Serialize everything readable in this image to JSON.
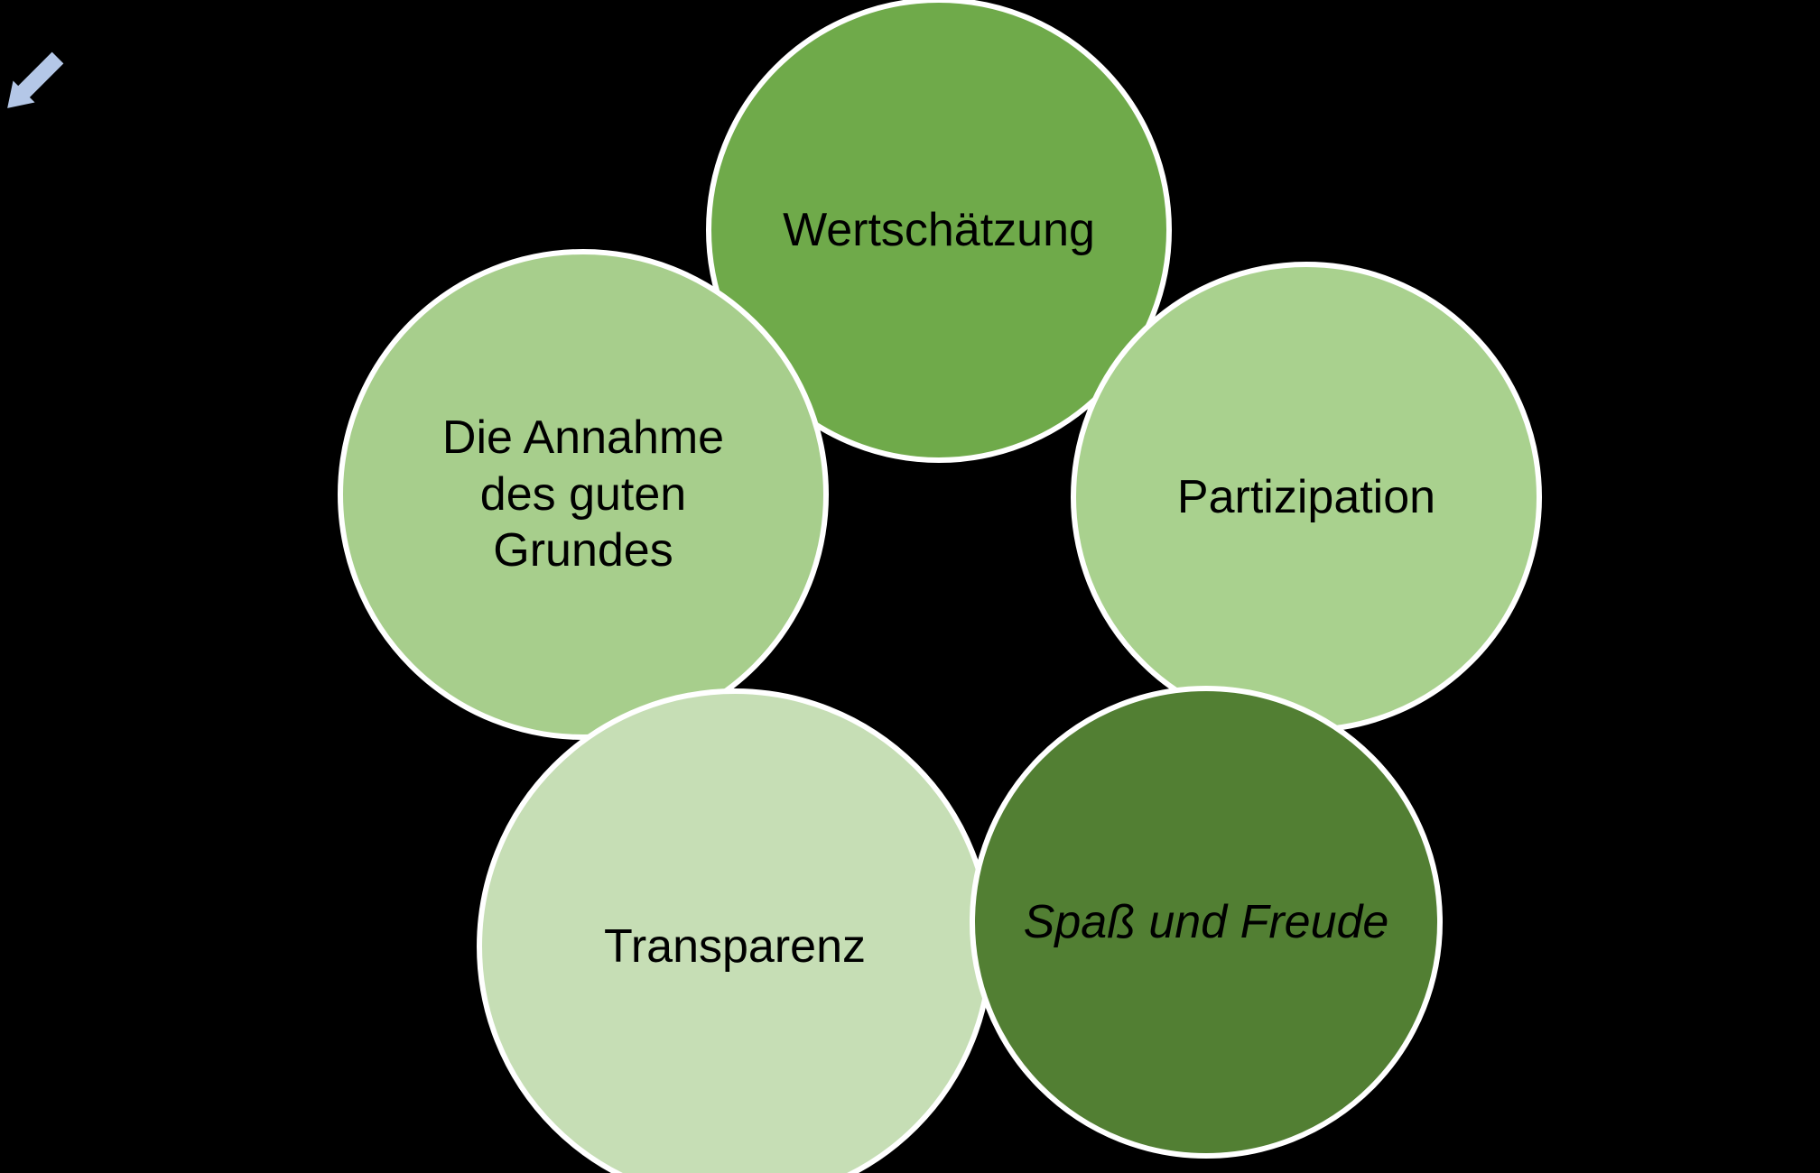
{
  "canvas": {
    "background_color": "#000000",
    "circle_border_color": "#ffffff",
    "text_color": "#000000"
  },
  "arrow": {
    "name": "down-left block arrow",
    "direction": "down-left",
    "color": "#b4c7e7"
  },
  "circles": [
    {
      "id": "wertschaetzung",
      "label": "Wertschätzung",
      "color": "#6faa4a",
      "italic": false
    },
    {
      "id": "die-annahme",
      "label": "Die Annahme\ndes guten\nGrundes",
      "color": "#a7ce8c",
      "italic": false
    },
    {
      "id": "partizipation",
      "label": "Partizipation",
      "color": "#a9d18e",
      "italic": false
    },
    {
      "id": "transparenz",
      "label": "Transparenz",
      "color": "#c6deb5",
      "italic": false
    },
    {
      "id": "spass-und-freude",
      "label": "Spaß und Freude",
      "color": "#527f33",
      "italic": true
    }
  ]
}
